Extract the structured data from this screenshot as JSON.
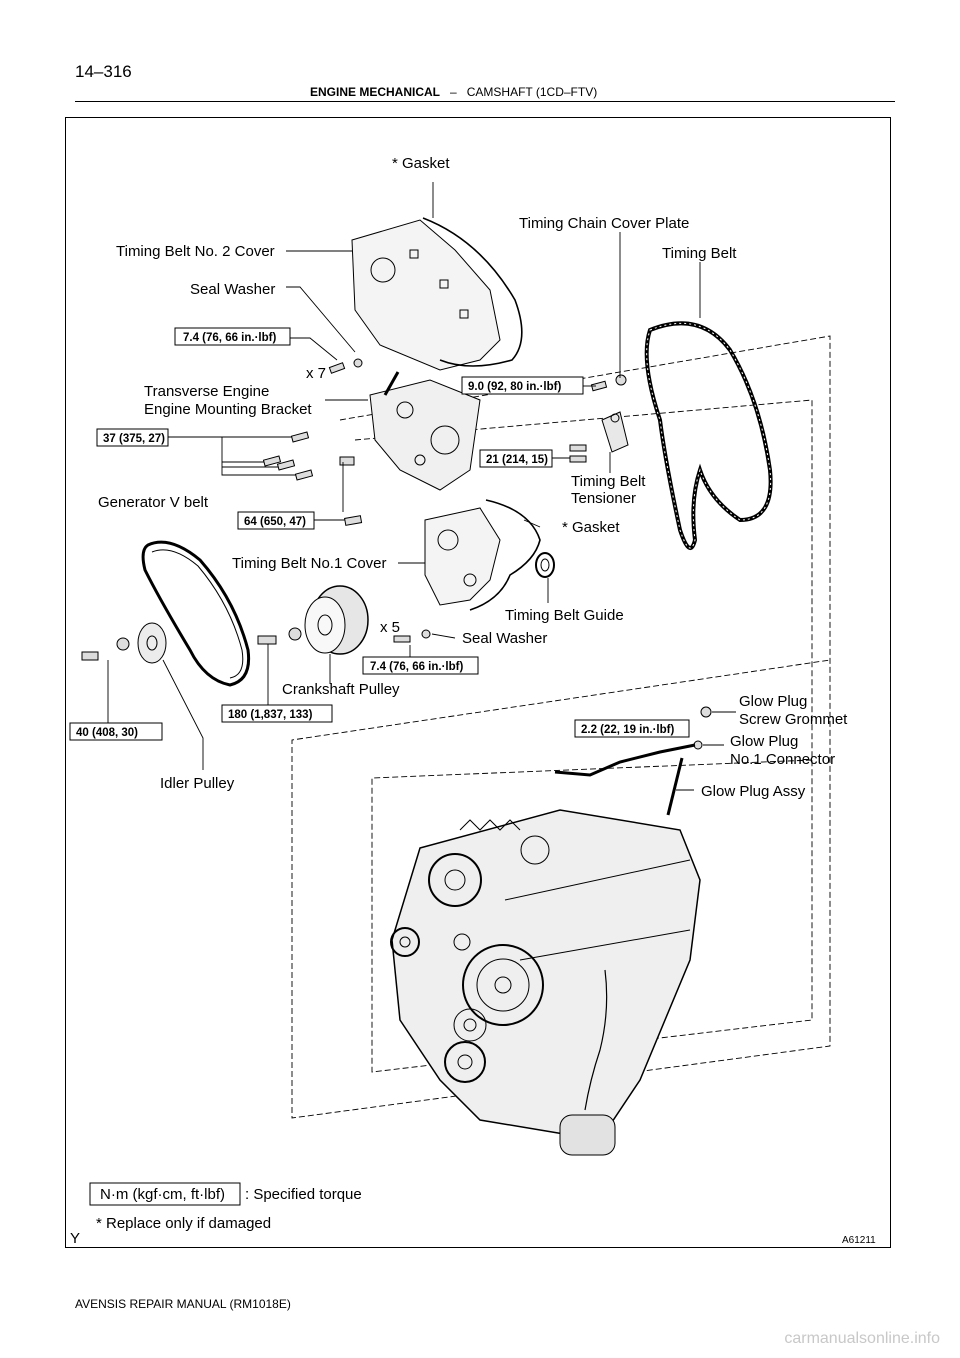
{
  "header": {
    "page_number": "14–316",
    "section": "ENGINE MECHANICAL",
    "separator": "–",
    "subsection": "CAMSHAFT (1CD–FTV)"
  },
  "labels": {
    "gasket_top": "* Gasket",
    "timing_chain_cover_plate": "Timing Chain Cover Plate",
    "timing_belt_no2_cover": "Timing Belt No. 2 Cover",
    "timing_belt": "Timing Belt",
    "seal_washer_top": "Seal Washer",
    "x7": "x 7",
    "transverse_bracket_1": "Transverse Engine",
    "transverse_bracket_2": "Engine Mounting Bracket",
    "timing_belt_tensioner_1": "Timing Belt",
    "timing_belt_tensioner_2": "Tensioner",
    "generator_v_belt": "Generator V belt",
    "gasket_mid": "* Gasket",
    "timing_belt_no1_cover": "Timing Belt No.1 Cover",
    "timing_belt_guide": "Timing Belt Guide",
    "x5": "x 5",
    "seal_washer_mid": "Seal Washer",
    "crankshaft_pulley": "Crankshaft Pulley",
    "glow_plug_grommet_1": "Glow Plug",
    "glow_plug_grommet_2": "Screw Grommet",
    "glow_plug_connector_1": "Glow Plug",
    "glow_plug_connector_2": "No.1 Connector",
    "glow_plug_assy": "Glow Plug Assy",
    "idler_pulley": "Idler Pulley"
  },
  "torques": {
    "t1": "7.4 (76, 66 in.·lbf)",
    "t2": "9.0 (92, 80 in.·lbf)",
    "t3": "37 (375, 27)",
    "t4": "21 (214, 15)",
    "t5": "64 (650, 47)",
    "t6": "7.4 (76, 66 in.·lbf)",
    "t7": "180 (1,837, 133)",
    "t8": "40 (408, 30)",
    "t9": "2.2 (22, 19 in.·lbf)"
  },
  "legend": {
    "unit_box": "N·m (kgf·cm, ft·lbf)",
    "unit_text": ": Specified torque",
    "note": "* Replace only if damaged"
  },
  "corner_left": "Y",
  "corner_right": "A61211",
  "footer": "AVENSIS REPAIR MANUAL   (RM1018E)",
  "watermark": "carmanualsonline.info"
}
